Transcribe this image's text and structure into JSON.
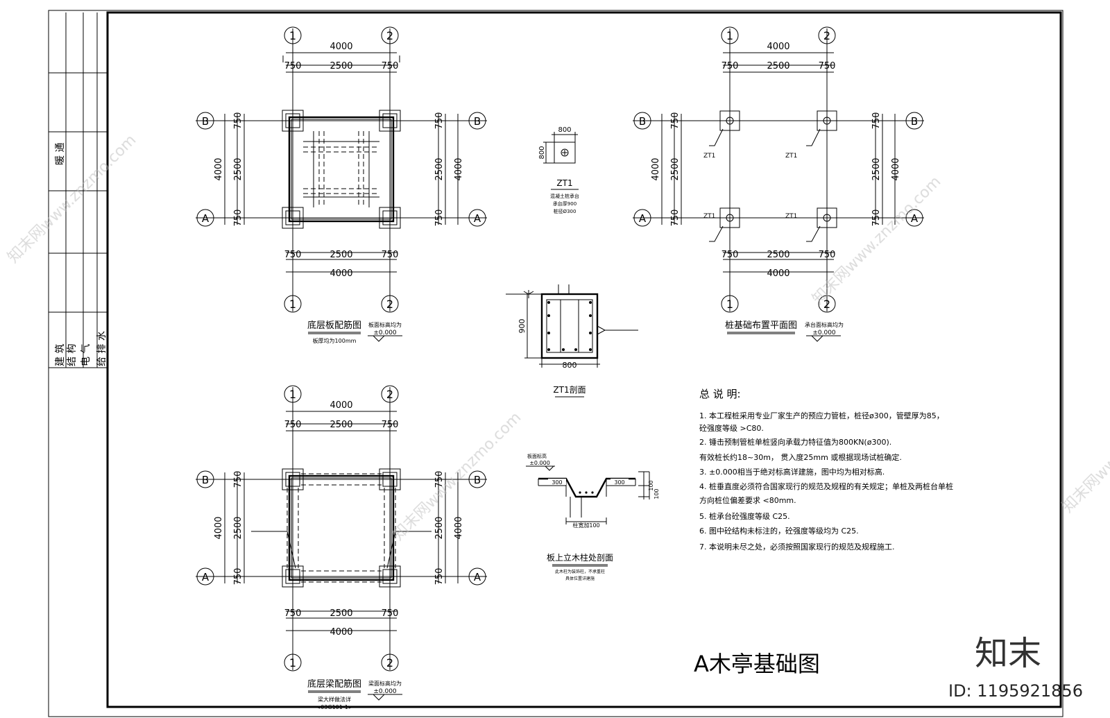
{
  "title_block": {
    "row1": "暖 通",
    "row2": "建 筑",
    "row3": "结 构",
    "row4": "电 气",
    "row5": "给 排 水"
  },
  "plans": {
    "dims": {
      "total": "4000",
      "side": "750",
      "mid": "2500"
    },
    "axes": {
      "one": "1",
      "two": "2",
      "a": "A",
      "b": "B"
    },
    "slab": {
      "title": "底层板配筋图",
      "note": "板厚均为100mm",
      "elev_label": "板面标高均为",
      "elev_value": "±0.000"
    },
    "beam": {
      "title": "底层梁配筋图",
      "note": "梁大样做法详",
      "ref": "<03G101-1>",
      "elev_label": "梁面标高均为",
      "elev_value": "±0.000"
    },
    "pile": {
      "title": "桩基础布置平面图",
      "elev_label": "承台面标高均为",
      "elev_value": "±0.000",
      "tag": "ZT1"
    }
  },
  "zt1": {
    "width": "800",
    "depth": "800",
    "name": "ZT1",
    "line1": "混凝土桩承台",
    "line2": "承台厚900",
    "line3": "桩径Ø300",
    "section_height": "900",
    "section_width": "800",
    "section_title": "ZT1剖面"
  },
  "slab_section": {
    "elev_label": "板面标高",
    "elev_value": "±0.000",
    "w_left": "300",
    "w_right": "300",
    "h1": "100",
    "h2": "100",
    "bottom": "柱宽加100",
    "title": "板上立木柱处剖面",
    "note1": "此木柱为装饰柱，不承重柱",
    "note2": "具体位置详建施"
  },
  "notes": {
    "heading": "总 说 明:",
    "items": [
      "1.  本工程桩采用专业厂家生产的预应力管桩，桩径ø300，管壁厚为85，",
      "     砼强度等级 >C80.",
      "2.  锤击预制管桩单桩竖向承载力特征值为800KN(ø300).",
      "     有效桩长约18~30m，  贯入度25mm 或根据现场试桩确定.",
      "3.  ±0.000相当于绝对标高详建施，图中均为相对标高.",
      "4.  桩垂直度必须符合国家现行的规范及规程的有关规定；单桩及两桩台单桩",
      "     方向桩位偏差要求 <80mm.",
      "5.  桩承台砼强度等级 C25.",
      "6.  图中砼结构未标注的，砼强度等级均为 C25.",
      "7.  本说明未尽之处，必须按照国家现行的规范及规程施工."
    ]
  },
  "drawing_title": "A木亭基础图",
  "watermark": {
    "site": "知末网www.znzmo.com",
    "brand": "知末",
    "id": "ID: 1195921856"
  }
}
